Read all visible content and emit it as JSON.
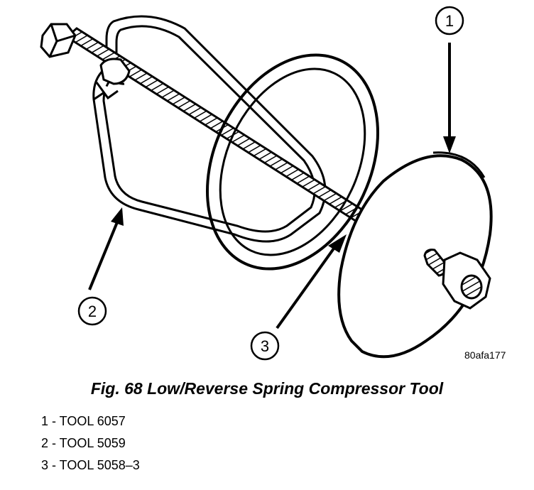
{
  "figure": {
    "ref_code": "80afa177",
    "caption": "Fig. 68 Low/Reverse Spring Compressor Tool",
    "callouts": [
      "1",
      "2",
      "3"
    ],
    "legend": [
      "1 - TOOL 6057",
      "2 - TOOL 5059",
      "3 - TOOL 5058–3"
    ]
  }
}
